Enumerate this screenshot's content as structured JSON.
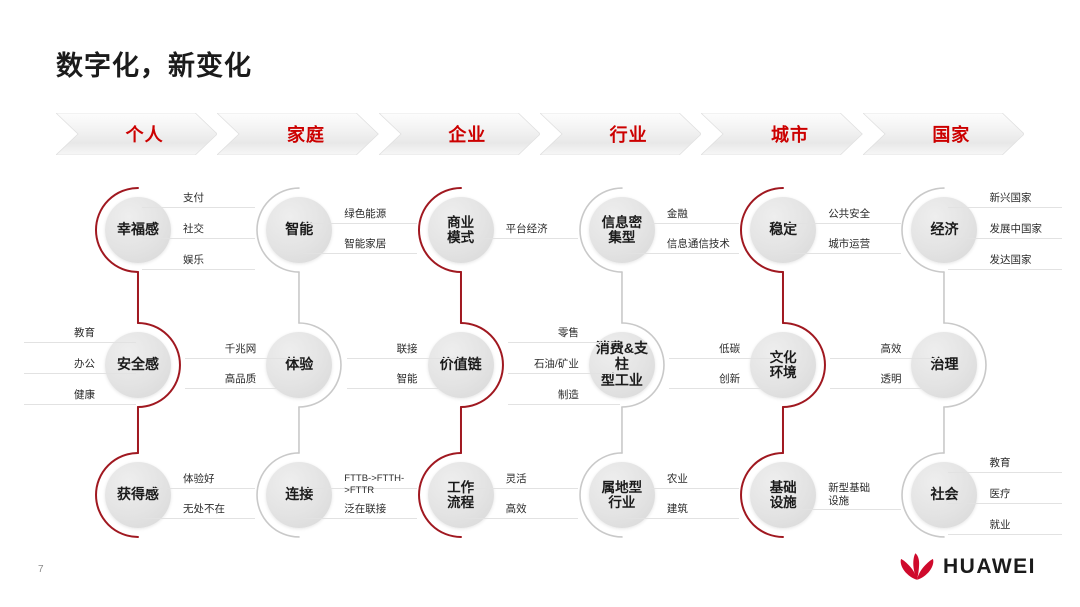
{
  "slide": {
    "title": "数字化，新变化",
    "page_number": "7",
    "brand": "HUAWEI",
    "accent_red": "#cc0000",
    "arc_red": "#a01820",
    "arc_gray": "#c9c9c9",
    "node_fill": "#e3e3e3"
  },
  "chevrons": [
    {
      "label": "个人"
    },
    {
      "label": "家庭"
    },
    {
      "label": "企业"
    },
    {
      "label": "行业"
    },
    {
      "label": "城市"
    },
    {
      "label": "国家"
    }
  ],
  "columns": [
    {
      "name": "个人",
      "accent": "red",
      "nodes": [
        {
          "label": "幸福感",
          "side": "right",
          "tags": [
            "支付",
            "社交",
            "娱乐"
          ]
        },
        {
          "label": "安全感",
          "side": "left",
          "tags": [
            "教育",
            "办公",
            "健康"
          ]
        },
        {
          "label": "获得感",
          "side": "right",
          "tags": [
            "体验好",
            "无处不在"
          ]
        }
      ]
    },
    {
      "name": "家庭",
      "accent": "gray",
      "nodes": [
        {
          "label": "智能",
          "side": "right",
          "tags": [
            "绿色能源",
            "智能家居"
          ]
        },
        {
          "label": "体验",
          "side": "left",
          "tags": [
            "千兆网",
            "高品质"
          ]
        },
        {
          "label": "连接",
          "side": "right",
          "tags": [
            "FTTB->FTTH->FTTR",
            "泛在联接"
          ]
        }
      ]
    },
    {
      "name": "企业",
      "accent": "red",
      "nodes": [
        {
          "label": "商业\n模式",
          "side": "right",
          "tags": [
            "平台经济"
          ]
        },
        {
          "label": "价值链",
          "side": "left",
          "tags": [
            "联接",
            "智能"
          ]
        },
        {
          "label": "工作\n流程",
          "side": "right",
          "tags": [
            "灵活",
            "高效"
          ]
        }
      ]
    },
    {
      "name": "行业",
      "accent": "gray",
      "nodes": [
        {
          "label": "信息密\n集型",
          "side": "right",
          "tags": [
            "金融",
            "信息通信技术"
          ]
        },
        {
          "label": "消费&支柱\n型工业",
          "side": "left",
          "tags": [
            "零售",
            "石油/矿业",
            "制造"
          ]
        },
        {
          "label": "属地型\n行业",
          "side": "right",
          "tags": [
            "农业",
            "建筑"
          ]
        }
      ]
    },
    {
      "name": "城市",
      "accent": "red",
      "nodes": [
        {
          "label": "稳定",
          "side": "right",
          "tags": [
            "公共安全",
            "城市运营"
          ]
        },
        {
          "label": "文化\n环境",
          "side": "left",
          "tags": [
            "低碳",
            "创新"
          ]
        },
        {
          "label": "基础\n设施",
          "side": "right",
          "tags": [
            "新型基础\n设施"
          ]
        }
      ]
    },
    {
      "name": "国家",
      "accent": "gray",
      "nodes": [
        {
          "label": "经济",
          "side": "right",
          "tags": [
            "新兴国家",
            "发展中国家",
            "发达国家"
          ]
        },
        {
          "label": "治理",
          "side": "left",
          "tags": [
            "高效",
            "透明"
          ]
        },
        {
          "label": "社会",
          "side": "right",
          "tags": [
            "教育",
            "医疗",
            "就业"
          ]
        }
      ]
    }
  ]
}
